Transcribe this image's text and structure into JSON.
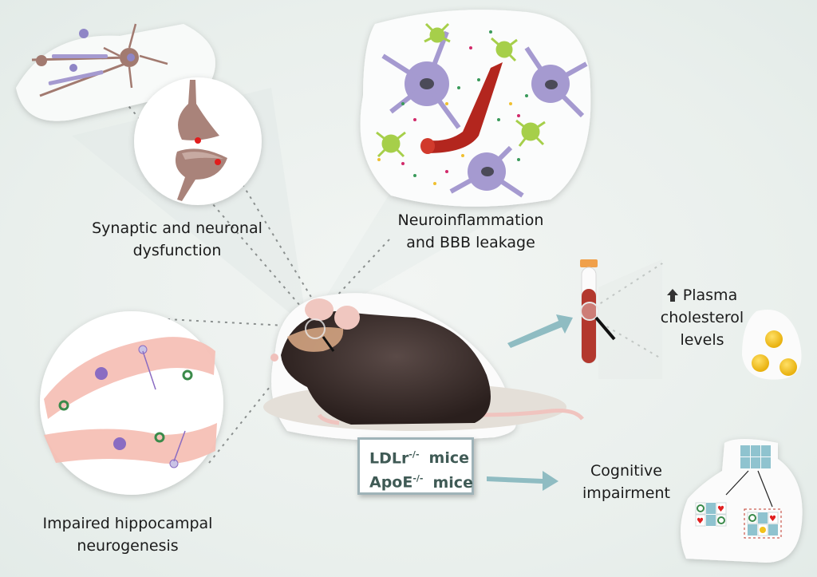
{
  "figure": {
    "panels": {
      "synaptic": {
        "label_line1": "Synaptic and neuronal",
        "label_line2": "dysfunction"
      },
      "neuroinflammation": {
        "label_line1": "Neuroinflammation",
        "label_line2": "and BBB leakage"
      },
      "neurogenesis": {
        "label_line1": "Impaired hippocampal",
        "label_line2": "neurogenesis"
      },
      "plasma": {
        "indicator": "up-arrow-icon",
        "label_line1": "Plasma",
        "label_line2": "cholesterol",
        "label_line3": "levels"
      },
      "cognitive": {
        "label_line1": "Cognitive",
        "label_line2": "impairment"
      }
    },
    "models": {
      "line1_name": "LDLr",
      "line1_sup": "-/-",
      "line1_suffix": "mice",
      "line2_name": "ApoE",
      "line2_sup": "-/-",
      "line2_suffix": "mice"
    },
    "colors": {
      "arrow": "#8fbcc2",
      "mouse": "#3a2c2a",
      "blood": "#b3261e",
      "astrocyte": "#a59ad0",
      "microglia": "#a6cf4a",
      "neuron": "#a27a70",
      "cell_pink": "#f6c0b6",
      "box_border": "#9fb3b8",
      "box_text": "#3f5a55",
      "card": "#8fc3cf",
      "heart": "#e02020",
      "ring": "#3a8a4a",
      "lipoprotein": "#f2c21b"
    }
  }
}
